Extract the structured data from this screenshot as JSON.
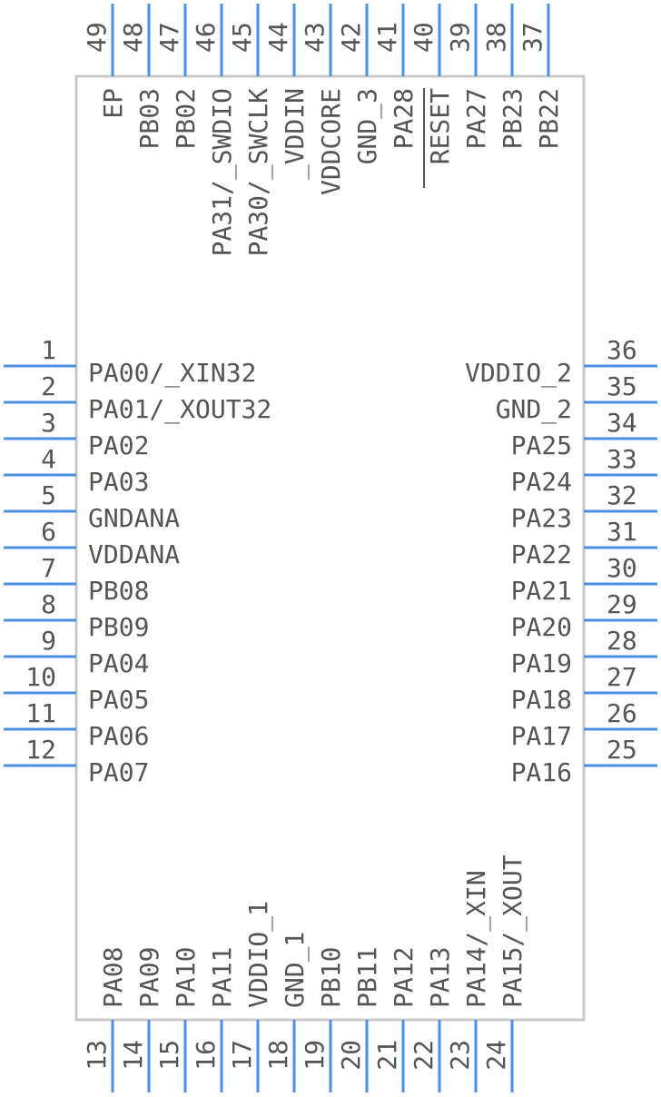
{
  "pins": {
    "left": [
      {
        "number": "1",
        "label": "PA00/_XIN32"
      },
      {
        "number": "2",
        "label": "PA01/_XOUT32"
      },
      {
        "number": "3",
        "label": "PA02"
      },
      {
        "number": "4",
        "label": "PA03"
      },
      {
        "number": "5",
        "label": "GNDANA"
      },
      {
        "number": "6",
        "label": "VDDANA"
      },
      {
        "number": "7",
        "label": "PB08"
      },
      {
        "number": "8",
        "label": "PB09"
      },
      {
        "number": "9",
        "label": "PA04"
      },
      {
        "number": "10",
        "label": "PA05"
      },
      {
        "number": "11",
        "label": "PA06"
      },
      {
        "number": "12",
        "label": "PA07"
      }
    ],
    "right": [
      {
        "number": "36",
        "label": "VDDIO_2"
      },
      {
        "number": "35",
        "label": "GND_2"
      },
      {
        "number": "34",
        "label": "PA25"
      },
      {
        "number": "33",
        "label": "PA24"
      },
      {
        "number": "32",
        "label": "PA23"
      },
      {
        "number": "31",
        "label": "PA22"
      },
      {
        "number": "30",
        "label": "PA21"
      },
      {
        "number": "29",
        "label": "PA20"
      },
      {
        "number": "28",
        "label": "PA19"
      },
      {
        "number": "27",
        "label": "PA18"
      },
      {
        "number": "26",
        "label": "PA17"
      },
      {
        "number": "25",
        "label": "PA16"
      }
    ],
    "bottom": [
      {
        "number": "13",
        "label": "PA08"
      },
      {
        "number": "14",
        "label": "PA09"
      },
      {
        "number": "15",
        "label": "PA10"
      },
      {
        "number": "16",
        "label": "PA11"
      },
      {
        "number": "17",
        "label": "VDDIO_1"
      },
      {
        "number": "18",
        "label": "GND_1"
      },
      {
        "number": "19",
        "label": "PB10"
      },
      {
        "number": "20",
        "label": "PB11"
      },
      {
        "number": "21",
        "label": "PA12"
      },
      {
        "number": "22",
        "label": "PA13"
      },
      {
        "number": "23",
        "label": "PA14/_XIN"
      },
      {
        "number": "24",
        "label": "PA15/_XOUT"
      }
    ],
    "top": [
      {
        "number": "49",
        "label": "EP"
      },
      {
        "number": "48",
        "label": "PB03"
      },
      {
        "number": "47",
        "label": "PB02"
      },
      {
        "number": "46",
        "label": "PA31/_SWDIO"
      },
      {
        "number": "45",
        "label": "PA30/_SWCLK"
      },
      {
        "number": "44",
        "label": "_VDDIN"
      },
      {
        "number": "43",
        "label": "VDDCORE"
      },
      {
        "number": "42",
        "label": "GND_3"
      },
      {
        "number": "41",
        "label": "PA28"
      },
      {
        "number": "40",
        "label": "RESET"
      },
      {
        "number": "39",
        "label": "PA27"
      },
      {
        "number": "38",
        "label": "PB23"
      },
      {
        "number": "37",
        "label": "PB22"
      }
    ]
  },
  "colors": {
    "pin_line": "#4a90e2",
    "body_outline": "#c8c8c8",
    "text": "#555555"
  }
}
